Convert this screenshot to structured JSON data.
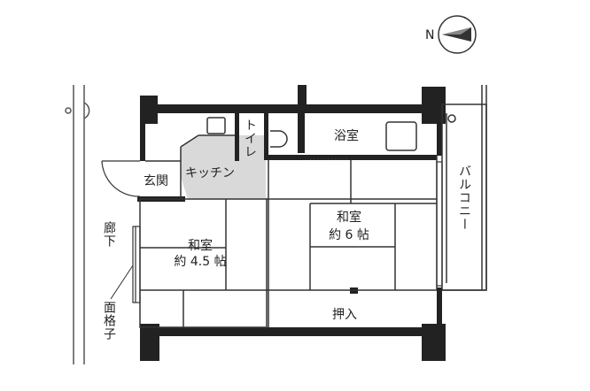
{
  "compass": {
    "label": "N",
    "icon": "north-arrow-icon"
  },
  "rooms": {
    "washitsu_small": {
      "name": "和室",
      "size": "約 4.5 帖"
    },
    "washitsu_large": {
      "name": "和室",
      "size": "約 6 帖"
    },
    "kitchen": "キッチン",
    "bath": "浴室",
    "toilet": "トイレ",
    "entrance": "玄関",
    "closet": "押入",
    "balcony": "バルコニー"
  },
  "exterior": {
    "corridor": "廊下",
    "lattice": "面格子"
  },
  "colors": {
    "wall": "#222222",
    "kitchen_fill": "#d9d9d9",
    "line": "#333333"
  }
}
